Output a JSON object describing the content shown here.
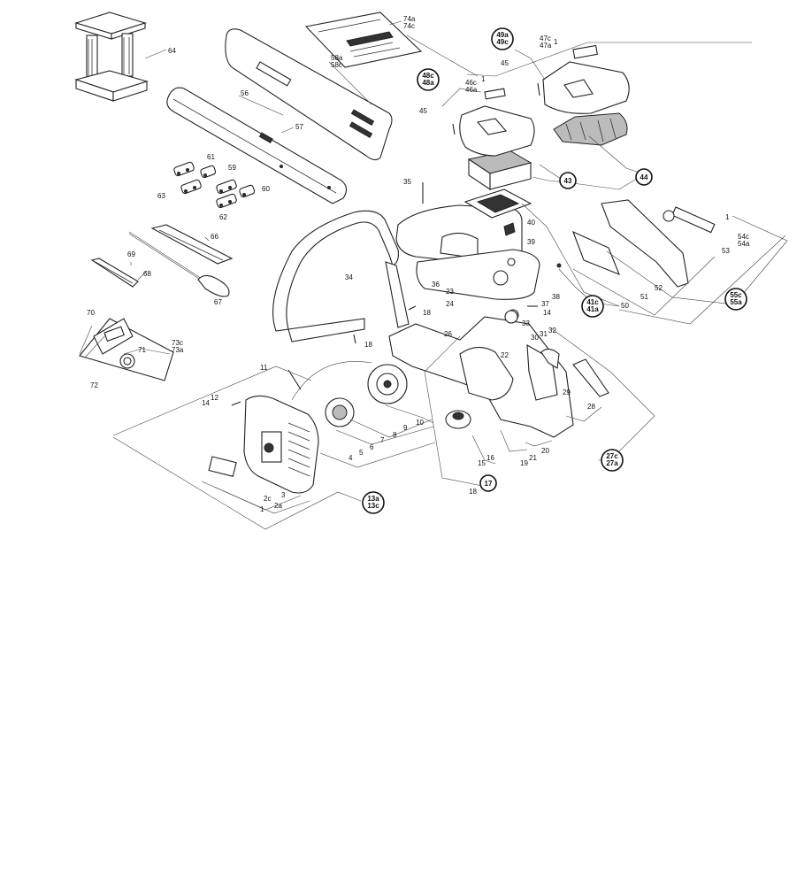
{
  "part_labels": {
    "p64": "64",
    "p74ac": "74a\n74c",
    "p58ac": "58a\n58c",
    "p56": "56",
    "p57": "57",
    "p61": "61",
    "p59": "59",
    "p63": "63",
    "p60": "60",
    "p62": "62",
    "p66": "66",
    "p69": "69",
    "p68": "68",
    "p67": "67",
    "p70": "70",
    "p71": "71",
    "p73ca": "73c\n73a",
    "p72": "72",
    "p45a": "45",
    "p45b": "45",
    "p1a": "1",
    "p1b": "1",
    "p47ca": "47c\n47a",
    "p46ca": "46c\n46a",
    "p35": "35",
    "p40": "40",
    "p39": "39",
    "p34": "34",
    "p36": "36",
    "p18a": "18",
    "p18b": "18",
    "p18c": "18",
    "p23": "23",
    "p24": "24",
    "p26": "26",
    "p38": "38",
    "p37": "37",
    "p14a": "14",
    "p14b": "14",
    "p33": "33",
    "p22": "22",
    "p30": "30",
    "p31": "31",
    "p32": "32",
    "p29": "29",
    "p28": "28",
    "p11": "11",
    "p12": "12",
    "p9": "9",
    "p10": "10",
    "p8": "8",
    "p7": "7",
    "p6": "6",
    "p5": "5",
    "p4": "4",
    "p3": "3",
    "p2c": "2c",
    "p2a": "2a",
    "p1c": "1",
    "p15": "15",
    "p16": "16",
    "p19": "19",
    "p21": "21",
    "p20": "20",
    "p50": "50",
    "p51": "51",
    "p52": "52",
    "p53": "53",
    "p54ca": "54c\n54a",
    "p1d": "1"
  },
  "kit_labels": {
    "k49": "49a\n49c",
    "k48": "48c\n48a",
    "k43": "43",
    "k44": "44",
    "k41": "41c\n41a",
    "k55": "55c\n55a",
    "k27": "27c\n27a",
    "k13": "13a\n13c",
    "k17": "17"
  }
}
